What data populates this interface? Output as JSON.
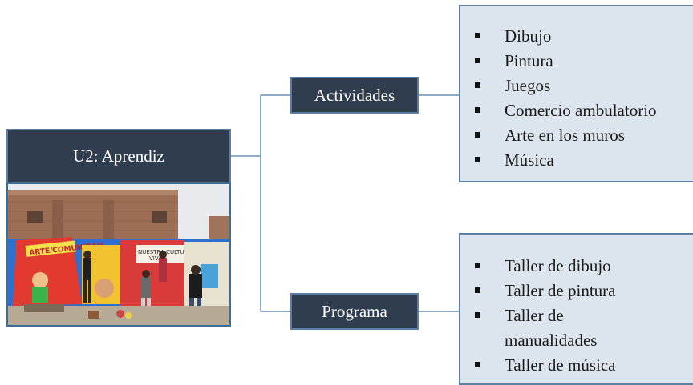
{
  "root": {
    "label": "U2: Aprendiz"
  },
  "branches": [
    {
      "label": "Actividades",
      "items": [
        "Dibujo",
        "Pintura",
        "Juegos",
        "Comercio ambulatorio",
        "Arte en los muros",
        "Música"
      ]
    },
    {
      "label": "Programa",
      "items": [
        "Taller de dibujo",
        "Taller de pintura",
        "Taller de manualidades",
        "Taller de música"
      ]
    }
  ],
  "photo": {
    "mural_texts": [
      "ARTE/COMUNIDAD",
      "NUESTRA CULTURA",
      "VIVA"
    ]
  },
  "colors": {
    "box_fill": "#2f3d4f",
    "box_border": "#5b7fa3",
    "list_fill": "#dce4ee",
    "connector": "#6b8fb3"
  }
}
